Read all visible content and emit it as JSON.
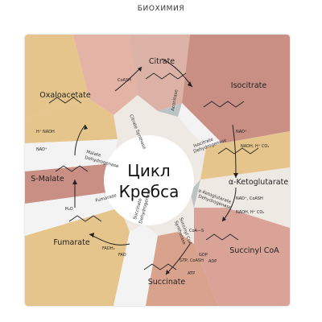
{
  "header": {
    "label": "БИОХИМИЯ"
  },
  "center": {
    "line1": "Цикл",
    "line2": "Кребса"
  },
  "metabolites": {
    "citrate": "Citrate",
    "isocitrate": "Isocitrate",
    "a_ketoglutarate": "α-Ketoglutarate",
    "succinyl_coa": "Succinyl CoA",
    "succinate": "Succinate",
    "fumarate": "Fumarate",
    "s_malate": "S-Malate",
    "oxaloacetate": "Oxaloacetate"
  },
  "enzymes": {
    "citrate_synthase": "Citrate Synthase",
    "aconitase": "Aconitase",
    "isocitrate_dh_1": "Isocitrate",
    "isocitrate_dh_2": "Dehydrogenase",
    "akg_dh_1": "α-Ketoglutarate",
    "akg_dh_2": "Dehydrogenase",
    "succinyl_coa_synth_1": "Succinyl CoA",
    "succinyl_coa_synth_2": "Synthetase",
    "succinate_dh_1": "Succinate",
    "succinate_dh_2": "Dehydrogenase",
    "fumarase": "Fumarase",
    "malate_dh_1": "Malate",
    "malate_dh_2": "Dehydrogenase"
  },
  "cofactors": {
    "coash_1": "CoASH",
    "nad_1": "NAD⁺",
    "nadh_co2_1": "NADH, H⁺ CO₂",
    "nad_2": "NAD⁺, CoASH",
    "nadh_co2_2": "NADH, H⁺ CO₂",
    "coa_s": "CoA—S",
    "gdp": "GDP",
    "gtp_coash": "GTP, CoASH",
    "adp": "ADP",
    "atp": "ATP",
    "fadh2": "FADH₂",
    "fad": "FAD",
    "h2o": "H₂O",
    "nad_3": "NAD⁺",
    "h_nadh": "H⁺ NADH"
  },
  "colors": {
    "tan": "#E6C58C",
    "rose": "#D9A398",
    "pink": "#E3B3A6",
    "mauve": "#C98F84",
    "salmon": "#D9A28C",
    "grey": "#BCC3C4",
    "white_panel": "#F3F3F3"
  }
}
